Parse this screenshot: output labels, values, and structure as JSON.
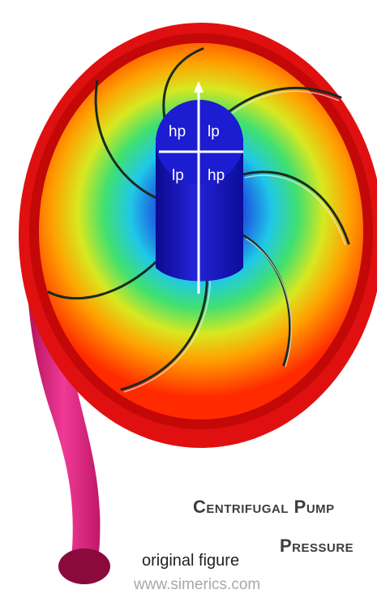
{
  "figure": {
    "title_line1": "Centrifugal Pump",
    "title_line2": "Pressure",
    "caption": "original figure",
    "website": "www.simerics.com",
    "quadrant_labels": {
      "top_left": "hp",
      "top_right": "lp",
      "bottom_left": "lp",
      "bottom_right": "hp"
    },
    "colors": {
      "high_pressure": "#e00000",
      "low_pressure": "#1a18c8",
      "volute_outlet": "#e0207a",
      "axis_lines": "#ffffff"
    }
  }
}
